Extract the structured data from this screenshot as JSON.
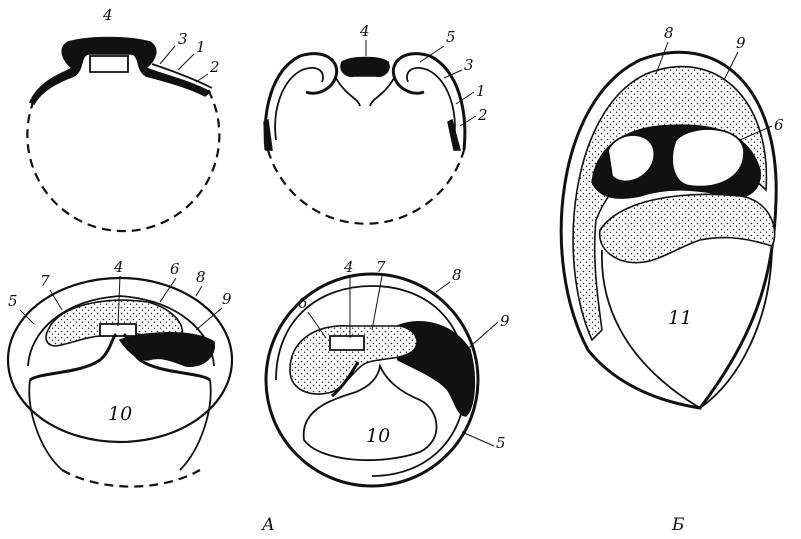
{
  "figure": {
    "panel_a_caption": "А",
    "panel_b_caption": "Б"
  },
  "labels": {
    "d1": {
      "n1": "1",
      "n2": "2",
      "n3": "3",
      "n4": "4"
    },
    "d2": {
      "n1": "1",
      "n2": "2",
      "n3": "3",
      "n4": "4",
      "n5": "5"
    },
    "d3": {
      "n4": "4",
      "n5": "5",
      "n6": "6",
      "n7": "7",
      "n8": "8",
      "n9": "9",
      "n10": "10"
    },
    "d4": {
      "n4": "4",
      "n5": "5",
      "n6": "6",
      "n7": "7",
      "n8": "8",
      "n9": "9",
      "n10": "10"
    },
    "d5": {
      "n6": "6",
      "n8": "8",
      "n9": "9",
      "n11": "11"
    }
  }
}
